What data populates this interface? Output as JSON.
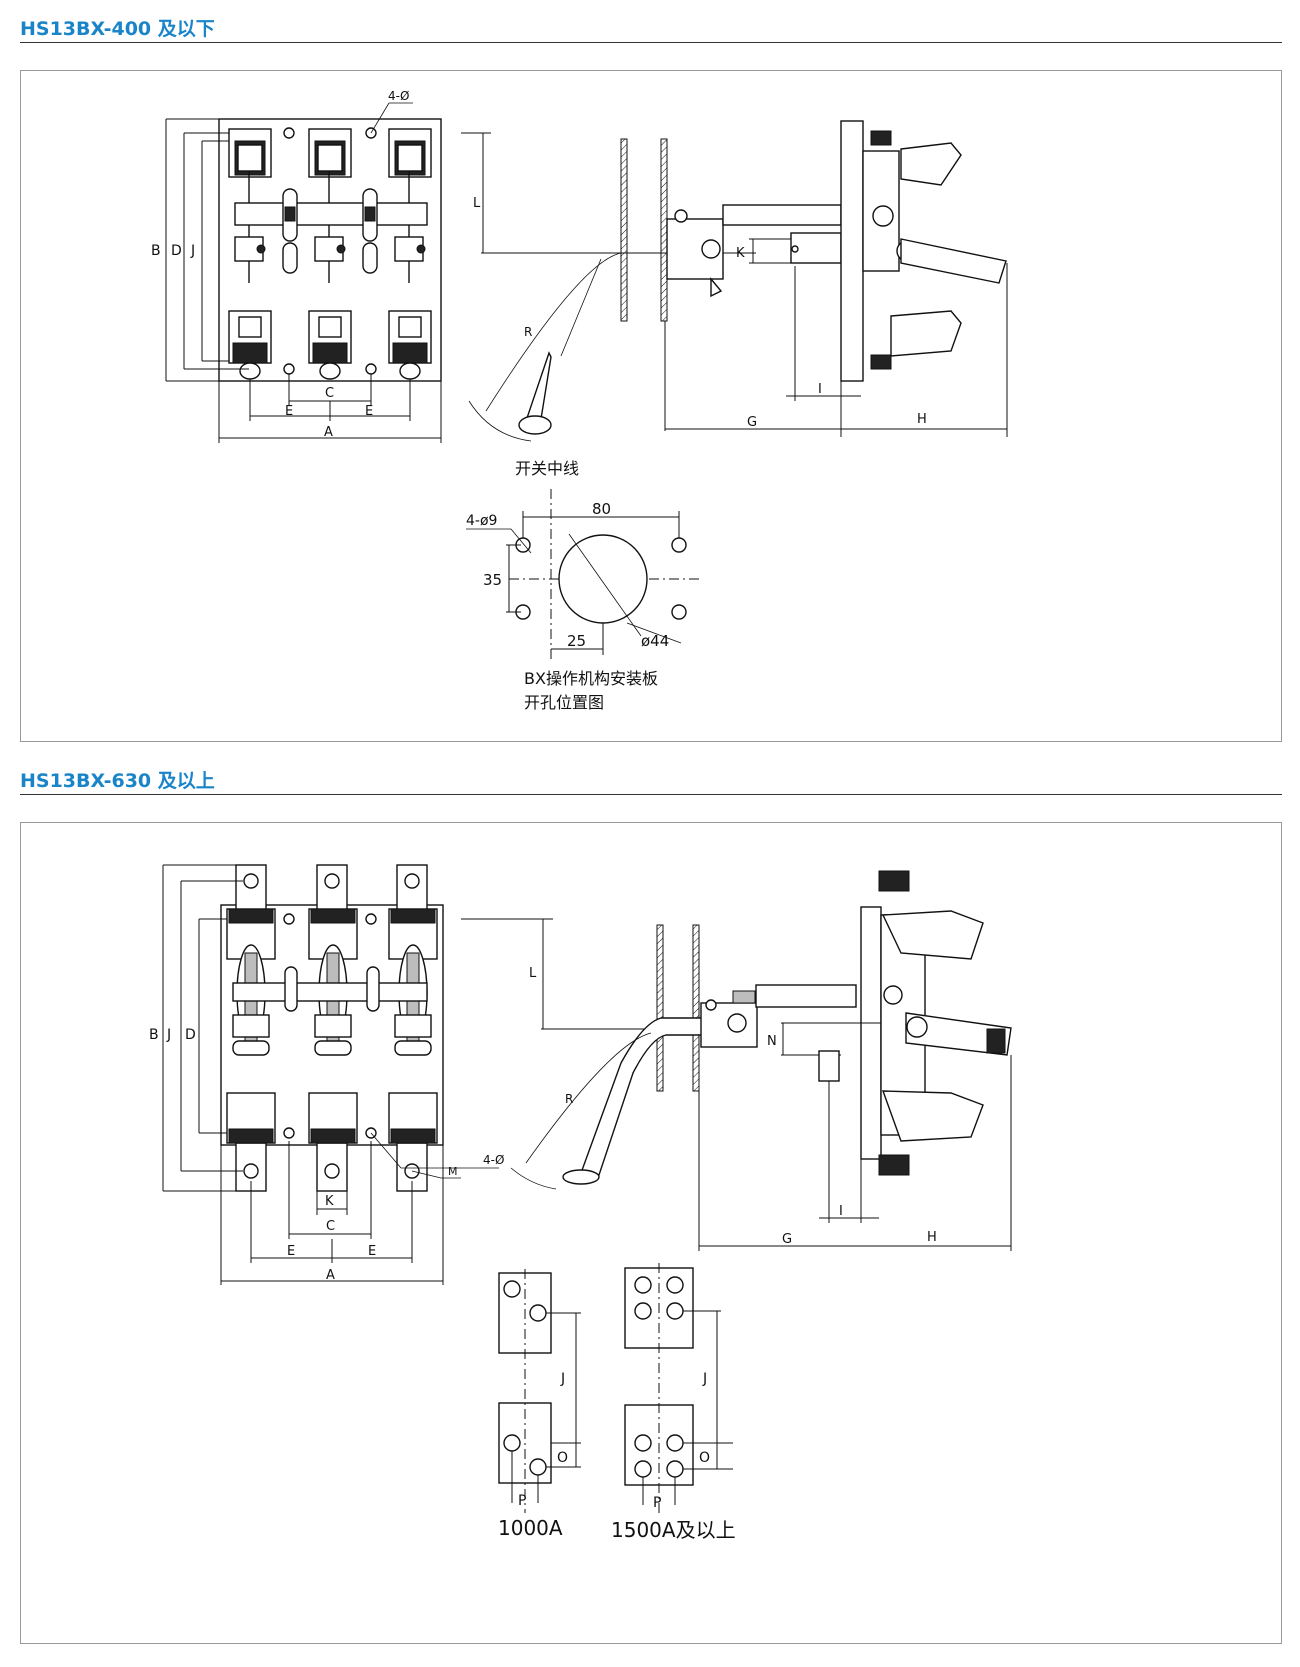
{
  "section1": {
    "title": "HS13BX-400 及以下",
    "front_view": {
      "dims": {
        "A": "A",
        "B": "B",
        "C": "C",
        "D": "D",
        "E1": "E",
        "E2": "E",
        "J": "J",
        "holes": "4-Ø"
      }
    },
    "side_view": {
      "dims": {
        "L": "L",
        "R": "R",
        "K": "K",
        "I": "I",
        "G": "G",
        "H": "H"
      },
      "centerline_label": "开关中线"
    },
    "cutout": {
      "dims": {
        "width": "80",
        "holes": "4-ø9",
        "height": "35",
        "offset": "25",
        "bore": "ø44"
      },
      "caption_line1": "BX操作机构安装板",
      "caption_line2": "开孔位置图"
    }
  },
  "section2": {
    "title": "HS13BX-630 及以上",
    "front_view": {
      "dims": {
        "A": "A",
        "B": "B",
        "C": "C",
        "D": "D",
        "E1": "E",
        "E2": "E",
        "J": "J",
        "K": "K",
        "M": "M",
        "holes": "4-Ø"
      }
    },
    "side_view": {
      "dims": {
        "L": "L",
        "R": "R",
        "N": "N",
        "I": "I",
        "G": "G",
        "H": "H"
      }
    },
    "terminal_1000": {
      "caption": "1000A",
      "dims": {
        "J": "J",
        "O": "O",
        "P": "P"
      }
    },
    "terminal_1500": {
      "caption": "1500A及以上",
      "dims": {
        "J": "J",
        "O": "O",
        "P": "P"
      }
    }
  },
  "colors": {
    "title": "#1a84c9",
    "line": "#111111",
    "panel_border": "#999999"
  }
}
